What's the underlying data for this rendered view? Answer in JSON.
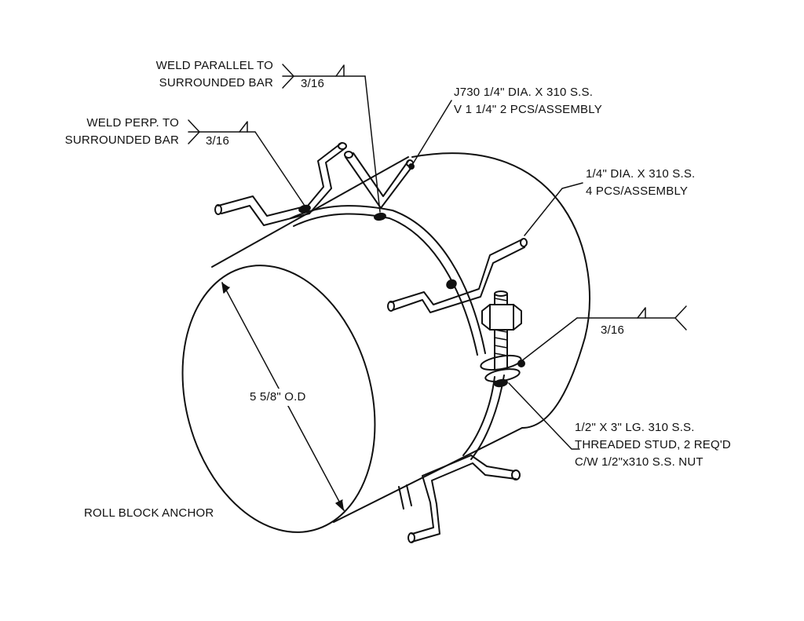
{
  "callouts": {
    "weld_parallel": [
      "WELD PARALLEL TO",
      "SURROUNDED BAR"
    ],
    "weld_parallel_size": "3/16",
    "weld_perp": [
      "WELD PERP. TO",
      "SURROUNDED BAR"
    ],
    "weld_perp_size": "3/16",
    "v_anchor": [
      "J730 1/4\" DIA. X 310 S.S.",
      "V 1 1/4\" 2 PCS/ASSEMBLY"
    ],
    "bar_spec": [
      "1/4\" DIA. X 310 S.S.",
      "4 PCS/ASSEMBLY"
    ],
    "weld_right_size": "3/16",
    "stud": [
      "1/2\" X 3\" LG. 310 S.S.",
      "THREADED STUD, 2 REQ'D",
      "C/W 1/2\"x310 S.S. NUT"
    ]
  },
  "dimension": {
    "od": "5 5/8\" O.D"
  },
  "title": "ROLL BLOCK ANCHOR",
  "colors": {
    "line": "#111111",
    "background": "#ffffff"
  }
}
